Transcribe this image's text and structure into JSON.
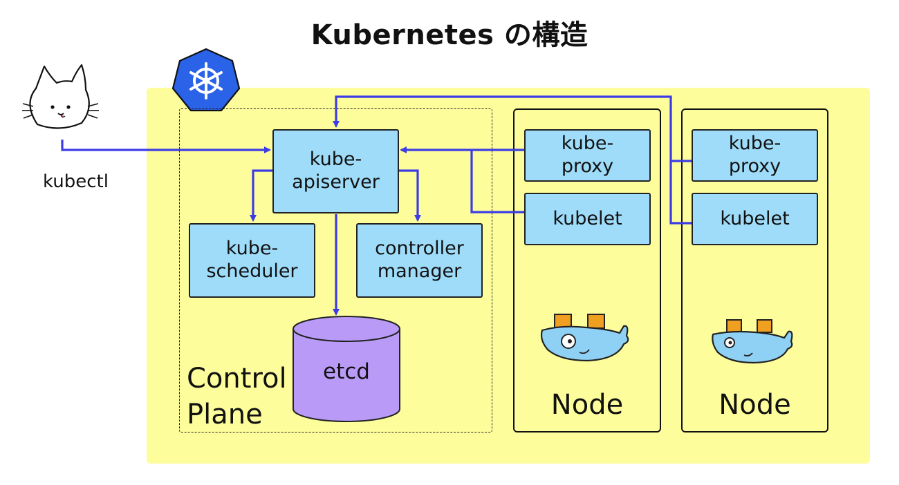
{
  "title": "Kubernetes の構造",
  "client": {
    "label": "kubectl",
    "icon": "cat-icon"
  },
  "control_plane": {
    "label": "Control\nPlane",
    "apiserver": "kube-\napiserver",
    "scheduler": "kube-\nscheduler",
    "controller_manager": "controller\nmanager",
    "etcd": "etcd"
  },
  "nodes": [
    {
      "label": "Node",
      "proxy": "kube-\nproxy",
      "kubelet": "kubelet",
      "icon": "docker-whale-icon"
    },
    {
      "label": "Node",
      "proxy": "kube-\nproxy",
      "kubelet": "kubelet",
      "icon": "docker-whale-icon"
    }
  ],
  "logo": "kubernetes-helm-logo",
  "colors": {
    "cluster_background": "#fdfd9c",
    "component_fill": "#9edcf9",
    "etcd_fill": "#b99bf7",
    "arrow": "#3c3ce6",
    "logo": "#2a62e8"
  }
}
